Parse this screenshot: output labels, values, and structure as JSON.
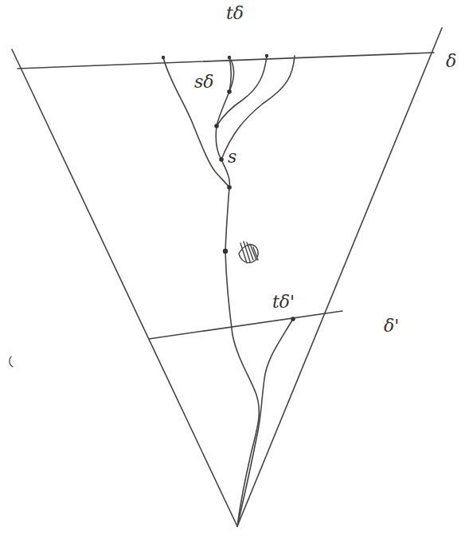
{
  "diagram": {
    "labels": [
      "tδ",
      "sδ",
      "s",
      "δ",
      "tδ'",
      "δ'"
    ]
  }
}
